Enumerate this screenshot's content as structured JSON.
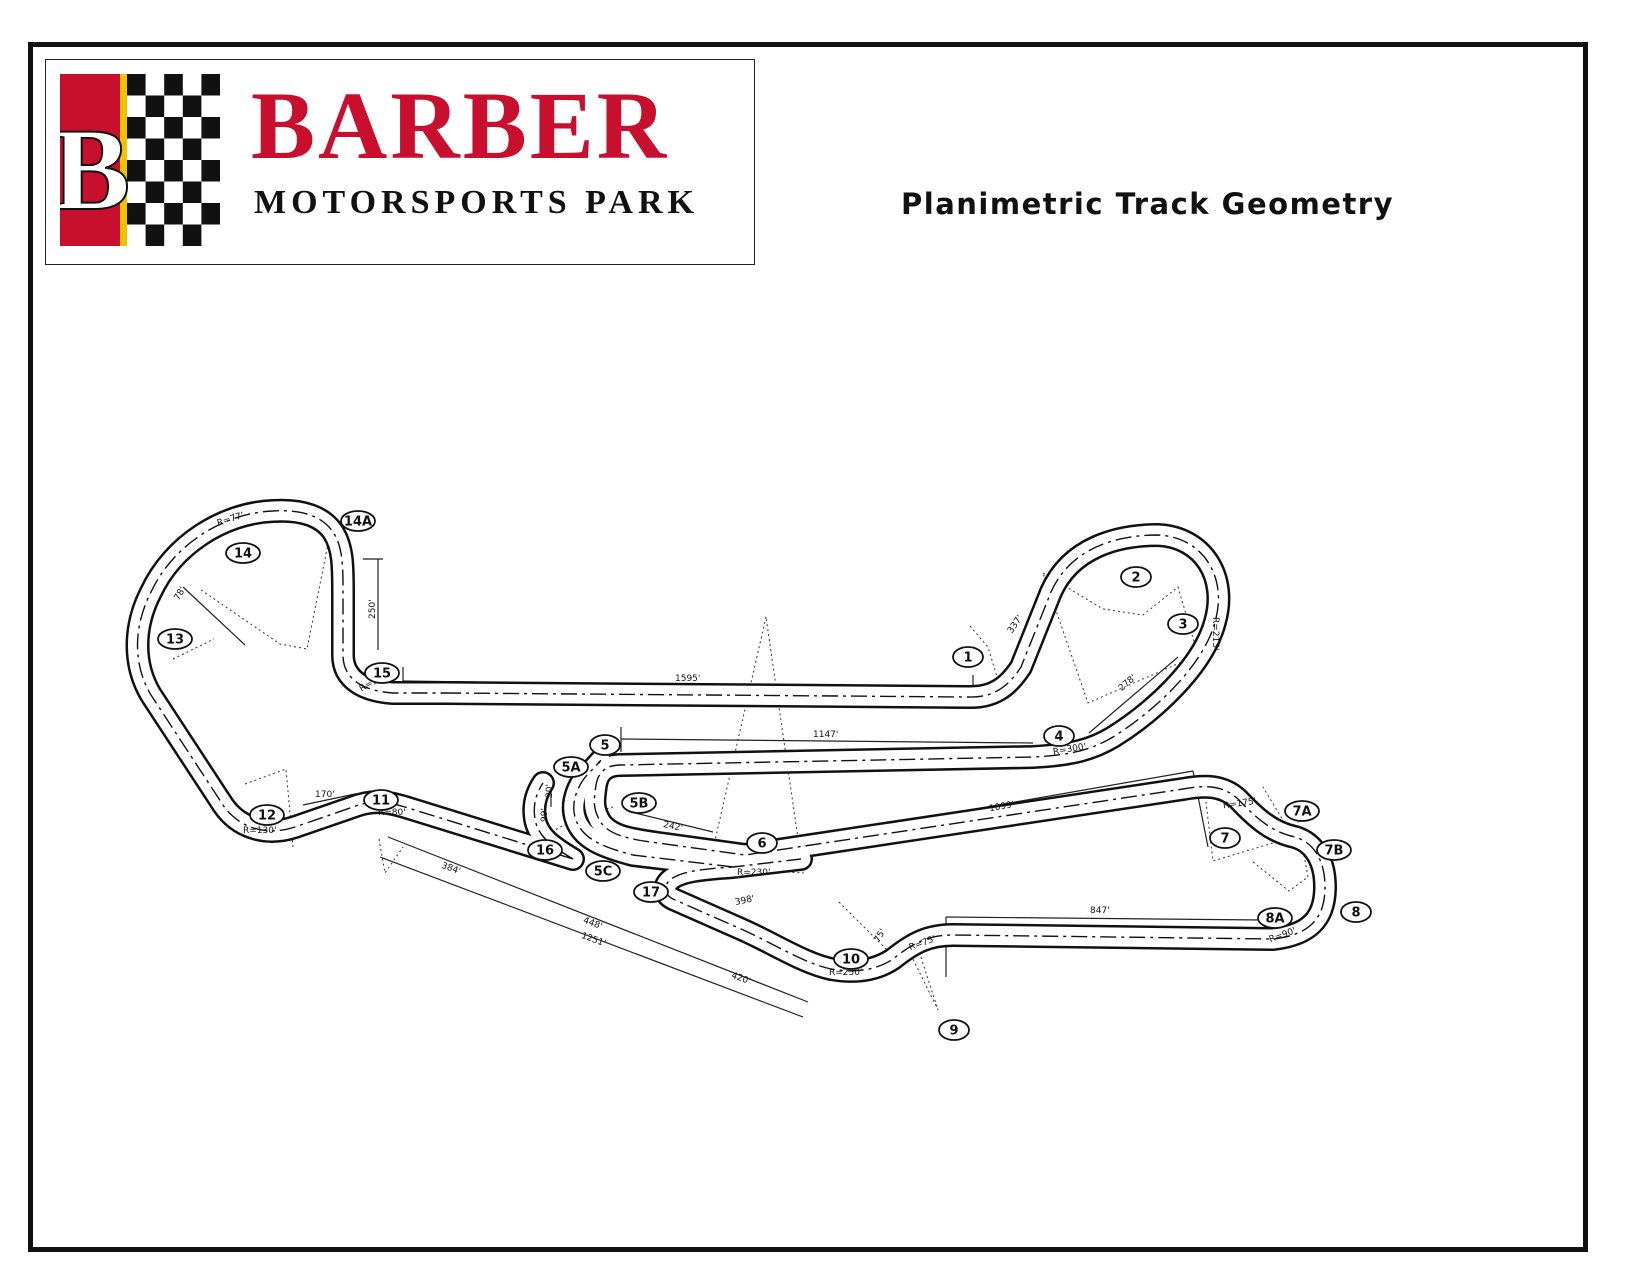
{
  "header": {
    "brand_letter": "B",
    "brand_name": "BARBER",
    "brand_subtitle": "MOTORSPORTS PARK",
    "page_title": "Planimetric Track Geometry"
  },
  "colors": {
    "brand_red": "#c8102e",
    "brand_yellow": "#f2c200",
    "ink": "#111111"
  },
  "turns": [
    "1",
    "2",
    "3",
    "4",
    "5",
    "5A",
    "5B",
    "5C",
    "6",
    "7",
    "7A",
    "7B",
    "8",
    "8A",
    "9",
    "10",
    "11",
    "12",
    "13",
    "14",
    "14A",
    "15",
    "16",
    "17"
  ],
  "dimensions": [
    "1595'",
    "1147'",
    "1099'",
    "847'",
    "1251'",
    "448'",
    "420'",
    "384'",
    "242'",
    "337'",
    "278'",
    "250'",
    "170'",
    "78'",
    "75'",
    "99'",
    "30'",
    "398'",
    "R=230'",
    "R=250'",
    "R=75'",
    "R=80'",
    "R=130'",
    "R=300'",
    "R=175'",
    "R=77'",
    "R=120'",
    "R=90'",
    "R=213'"
  ]
}
